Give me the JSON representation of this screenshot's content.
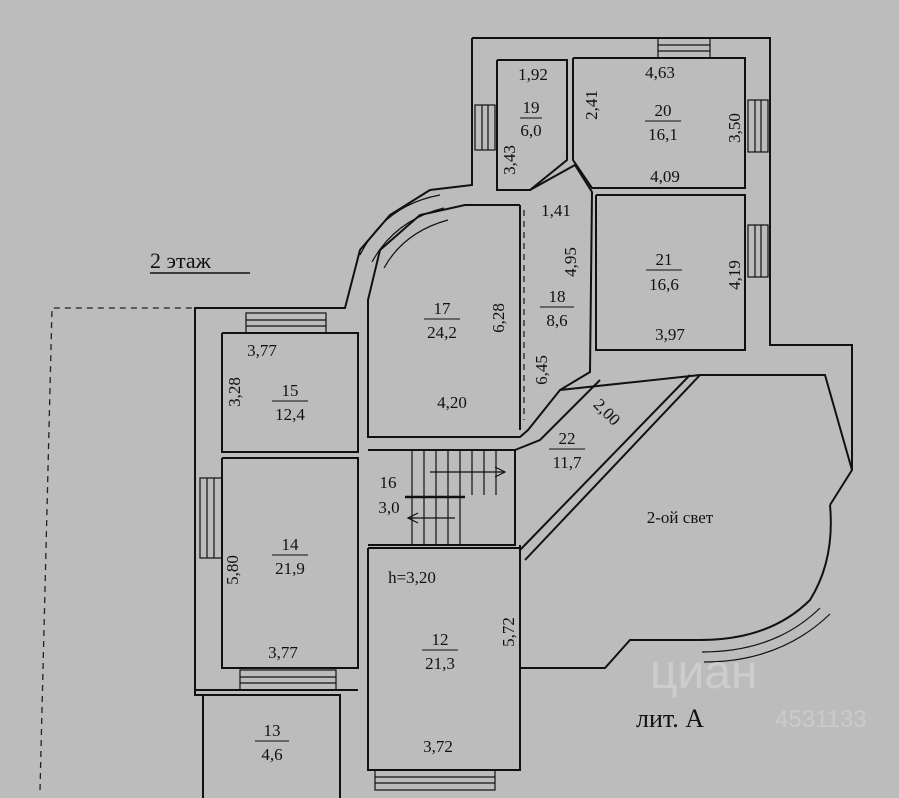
{
  "floor_title": "2  этаж",
  "letter": "лит. А",
  "ceiling_height": "h=3,20",
  "second_light": "2-ой свет",
  "watermark": {
    "brand": "циан",
    "number": "4531133"
  },
  "rooms": [
    {
      "number": "19",
      "area": "6,0",
      "dims": [
        "1,92",
        "3,43",
        "2,41"
      ]
    },
    {
      "number": "20",
      "area": "16,1",
      "dims": [
        "4,63",
        "3,50",
        "4,09"
      ]
    },
    {
      "number": "21",
      "area": "16,6",
      "dims": [
        "4,19",
        "3,97",
        "4,95"
      ]
    },
    {
      "number": "18",
      "area": "8,6",
      "dims": [
        "1,41",
        "6,45"
      ]
    },
    {
      "number": "17",
      "area": "24,2",
      "dims": [
        "6,28",
        "4,20"
      ]
    },
    {
      "number": "15",
      "area": "12,4",
      "dims": [
        "3,77",
        "3,28"
      ]
    },
    {
      "number": "14",
      "area": "21,9",
      "dims": [
        "5,80",
        "3,77"
      ]
    },
    {
      "number": "13",
      "area": "4,6",
      "dims": []
    },
    {
      "number": "12",
      "area": "21,3",
      "dims": [
        "5,72",
        "3,72"
      ]
    },
    {
      "number": "16",
      "area": "3,0",
      "dims": []
    },
    {
      "number": "22",
      "area": "11,7",
      "dims": [
        "2,00"
      ]
    }
  ]
}
